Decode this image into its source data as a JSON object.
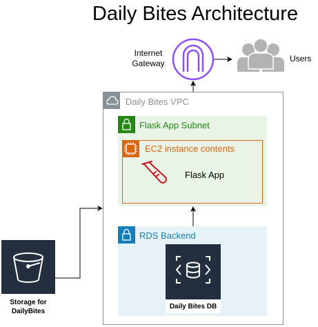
{
  "title": "Daily Bites Architecture",
  "nodes": {
    "internet_gateway": {
      "label": "Internet Gateway",
      "label_lines": [
        "Internet",
        "Gateway"
      ],
      "icon": "internet-gateway-icon"
    },
    "users": {
      "label": "Users",
      "icon": "users-icon"
    },
    "vpc": {
      "label": "Daily Bites VPC",
      "icon": "cloud-icon"
    },
    "flask_subnet": {
      "label": "Flask App Subnet",
      "icon": "lock-icon"
    },
    "ec2": {
      "label": "EC2 instance contents",
      "icon": "chip-icon"
    },
    "flask_app": {
      "label": "Flask App",
      "icon": "flask-icon"
    },
    "rds_backend": {
      "label": "RDS Backend",
      "icon": "lock-icon"
    },
    "database": {
      "label": "Daily Bites DB",
      "icon": "database-icon"
    },
    "storage": {
      "label": "Storage for DailyBites",
      "label_lines": [
        "Storage for",
        "DailyBites"
      ],
      "icon": "bucket-icon"
    }
  },
  "edges": [
    {
      "from": "vpc",
      "to": "internet_gateway",
      "style": "arrow"
    },
    {
      "from": "internet_gateway",
      "to": "users",
      "style": "arrow"
    },
    {
      "from": "rds_backend",
      "to": "flask_subnet",
      "style": "arrow"
    },
    {
      "from": "storage",
      "to": "vpc",
      "style": "arrow"
    }
  ],
  "colors": {
    "gateway": "#8c4fff",
    "vpc_border": "#879196",
    "subnet_public": "#248814",
    "subnet_public_bg": "#e9f3e6",
    "ec2": "#d86613",
    "subnet_private": "#147eba",
    "subnet_private_bg": "#e6f2f8",
    "service_dark": "#232f3e",
    "flask_icon": "#c7131f",
    "users_icon": "#b3b3b3"
  }
}
